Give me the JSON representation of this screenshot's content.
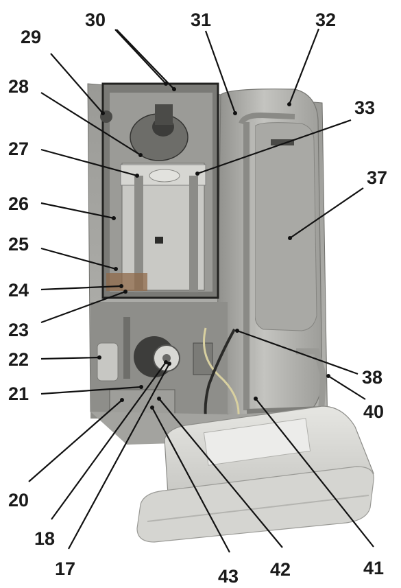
{
  "callouts": [
    {
      "id": "c17",
      "number": "17"
    },
    {
      "id": "c18",
      "number": "18"
    },
    {
      "id": "c20",
      "number": "20"
    },
    {
      "id": "c21",
      "number": "21"
    },
    {
      "id": "c22",
      "number": "22"
    },
    {
      "id": "c23",
      "number": "23"
    },
    {
      "id": "c24",
      "number": "24"
    },
    {
      "id": "c25",
      "number": "25"
    },
    {
      "id": "c26",
      "number": "26"
    },
    {
      "id": "c27",
      "number": "27"
    },
    {
      "id": "c28",
      "number": "28"
    },
    {
      "id": "c29",
      "number": "29"
    },
    {
      "id": "c30",
      "number": "30"
    },
    {
      "id": "c31",
      "number": "31"
    },
    {
      "id": "c32",
      "number": "32"
    },
    {
      "id": "c33",
      "number": "33"
    },
    {
      "id": "c37",
      "number": "37"
    },
    {
      "id": "c38",
      "number": "38"
    },
    {
      "id": "c40",
      "number": "40"
    },
    {
      "id": "c41",
      "number": "41"
    },
    {
      "id": "c42",
      "number": "42"
    },
    {
      "id": "c43",
      "number": "43"
    }
  ],
  "colors": {
    "background": "#ffffff",
    "label_text": "#1a1a1a",
    "leader_line": "#111111",
    "appliance_metal": "#a7a7a3",
    "appliance_dark": "#3a3a38",
    "vessel": "#b9b9b5",
    "cover": "#d8d8d4"
  }
}
